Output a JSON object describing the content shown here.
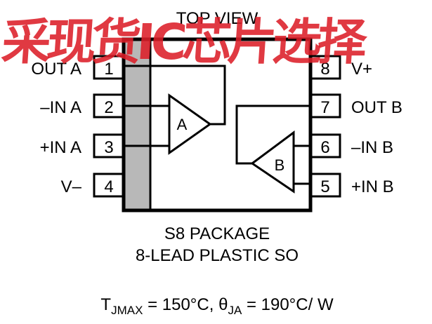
{
  "title": "TOP VIEW",
  "package": {
    "line1": "S8 PACKAGE",
    "line2": "8-LEAD PLASTIC SO"
  },
  "thermal": {
    "t_symbol": "T",
    "t_sub": "JMAX",
    "t_value": " = 150°C, ",
    "theta_symbol": "θ",
    "theta_sub": "JA",
    "theta_value": " = 190°C/ W"
  },
  "amplifiers": {
    "a": "A",
    "b": "B"
  },
  "pins_left": [
    {
      "num": "1",
      "label": "OUT A"
    },
    {
      "num": "2",
      "label": "–IN A"
    },
    {
      "num": "3",
      "label": "+IN A"
    },
    {
      "num": "4",
      "label": "V–"
    }
  ],
  "pins_right": [
    {
      "num": "8",
      "label": "V+"
    },
    {
      "num": "7",
      "label": "OUT B"
    },
    {
      "num": "6",
      "label": "–IN B"
    },
    {
      "num": "5",
      "label": "+IN B"
    }
  ],
  "watermark_text": "采现货IC芯片选择",
  "colors": {
    "line": "#000000",
    "pin1_stripe": "#b8b8b8",
    "watermark": "#dc1e28"
  }
}
